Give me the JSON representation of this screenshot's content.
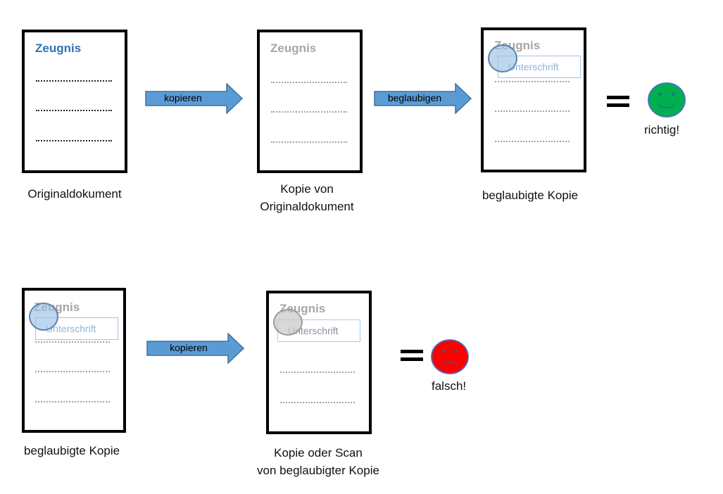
{
  "colors": {
    "title_blue": "#2e74b5",
    "faded_grey": "#a6a6a6",
    "arrow_fill": "#5b9bd5",
    "arrow_stroke": "#41719c",
    "happy_face": "#00b050",
    "sad_face": "#ff0000"
  },
  "docs": {
    "original": {
      "title": "Zeugnis"
    },
    "copy": {
      "title": "Zeugnis"
    },
    "certified": {
      "title": "Zeugnis",
      "signature": "Unterschrift"
    },
    "certified2": {
      "title": "Zeugnis",
      "signature": "Unterschrift"
    },
    "scan": {
      "title": "Zeugnis",
      "signature": "Unterschrift"
    }
  },
  "arrows": {
    "a1": "kopieren",
    "a2": "beglaubigen",
    "a3": "kopieren"
  },
  "captions": {
    "original": "Originaldokument",
    "copy_line1": "Kopie von",
    "copy_line2": "Originaldokument",
    "certified": "beglaubigte Kopie",
    "certified2": "beglaubigte Kopie",
    "scan_line1": "Kopie oder Scan",
    "scan_line2": "von beglaubigter Kopie"
  },
  "results": {
    "correct": "richtig!",
    "wrong": "falsch!"
  },
  "icons": {
    "equals": "equals-sign-icon",
    "happy": "smiley-happy-icon",
    "sad": "smiley-sad-icon",
    "seal": "stamp-seal-icon"
  }
}
